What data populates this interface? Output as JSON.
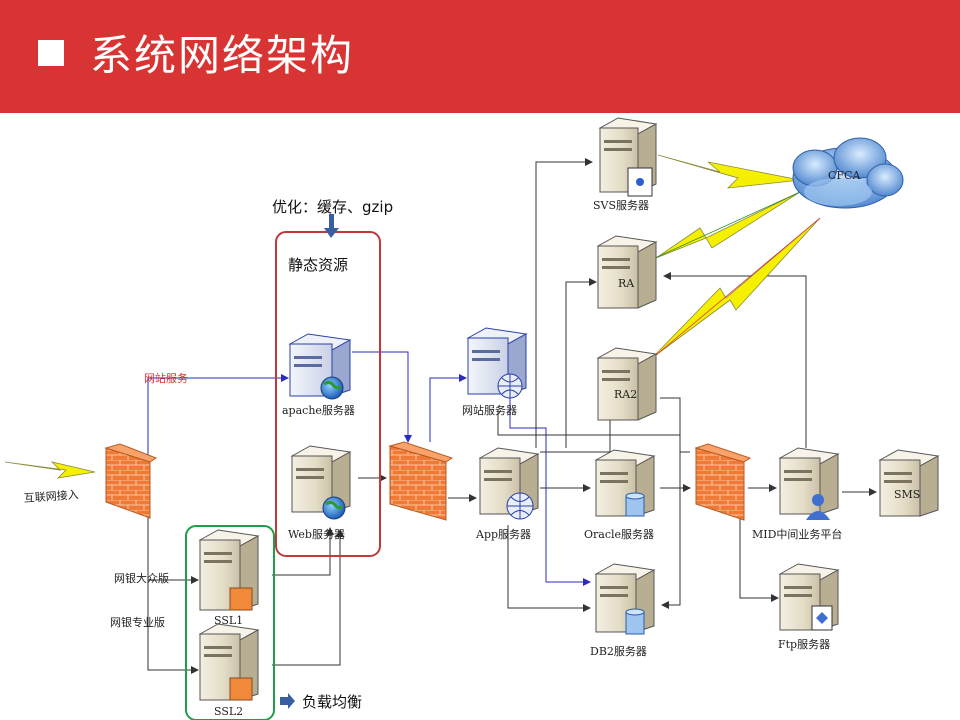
{
  "header": {
    "title": "系统网络架构"
  },
  "annotations": {
    "optimize": "优化：缓存、gzip",
    "static_resources": "静态资源",
    "load_balance": "负载均衡",
    "internet_access": "互联网接入",
    "website_service": "网站服务",
    "public_edition": "网银大众版",
    "pro_edition": "网银专业版"
  },
  "nodes": {
    "svs": "SVS服务器",
    "ra": "RA",
    "ra2": "RA2",
    "cfca": "CFCA",
    "apache": "apache服务器",
    "web": "Web服务器",
    "website": "网站服务器",
    "app": "App服务器",
    "oracle": "Oracle服务器",
    "db2": "DB2服务器",
    "mid": "MID中间业务平台",
    "sms": "SMS",
    "ftp": "Ftp服务器",
    "ssl1": "SSL1",
    "ssl2": "SSL2"
  },
  "colors": {
    "header": "#d93434",
    "static_box": "#c0393b",
    "lb_box": "#1f9e4a",
    "link_blue": "#2b2bbd",
    "bolt": "#f5f000"
  }
}
